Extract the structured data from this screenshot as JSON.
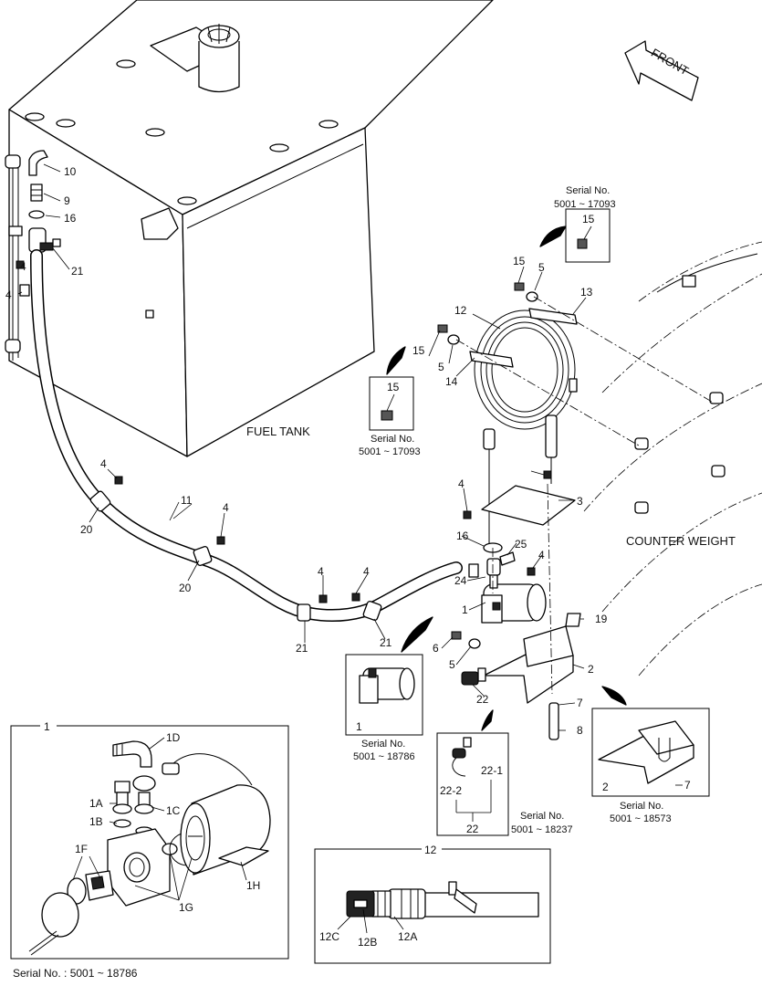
{
  "orientation": {
    "front_label": "FRONT"
  },
  "components": {
    "fuel_tank": "FUEL TANK",
    "counter_weight": "COUNTER WEIGHT"
  },
  "callouts": [
    "10",
    "9",
    "16",
    "21",
    "4",
    "4",
    "15",
    "5",
    "13",
    "12",
    "15",
    "5",
    "14",
    "4",
    "20",
    "11",
    "4",
    "20",
    "4",
    "4",
    "21",
    "21",
    "4",
    "3",
    "16",
    "25",
    "4",
    "24",
    "1",
    "19",
    "6",
    "5",
    "2",
    "22",
    "7",
    "8"
  ],
  "serial_notes": {
    "upper_right": {
      "part": "15",
      "serial_label": "Serial No.",
      "serial_range": "5001 ~ 17093"
    },
    "upper_left": {
      "part": "15",
      "serial_label": "Serial No.",
      "serial_range": "5001 ~ 17093"
    },
    "pump_detail": {
      "part": "1",
      "serial_label": "Serial No.",
      "serial_range": "5001 ~ 18786"
    },
    "harness_detail": {
      "parts": [
        "22-1",
        "22-2",
        "22"
      ],
      "serial_label": "Serial No.",
      "serial_range": "5001 ~ 18237"
    },
    "bracket_detail": {
      "parts": [
        "2",
        "7"
      ],
      "serial_label": "Serial No.",
      "serial_range": "5001 ~ 18573"
    }
  },
  "inset_pump": {
    "title": "1",
    "parts": [
      "1D",
      "1A",
      "1C",
      "1B",
      "1F",
      "1G",
      "1H"
    ],
    "footer": "Serial No. : 5001 ~ 18786"
  },
  "inset_hose": {
    "title": "12",
    "parts": [
      "12C",
      "12B",
      "12A"
    ]
  }
}
